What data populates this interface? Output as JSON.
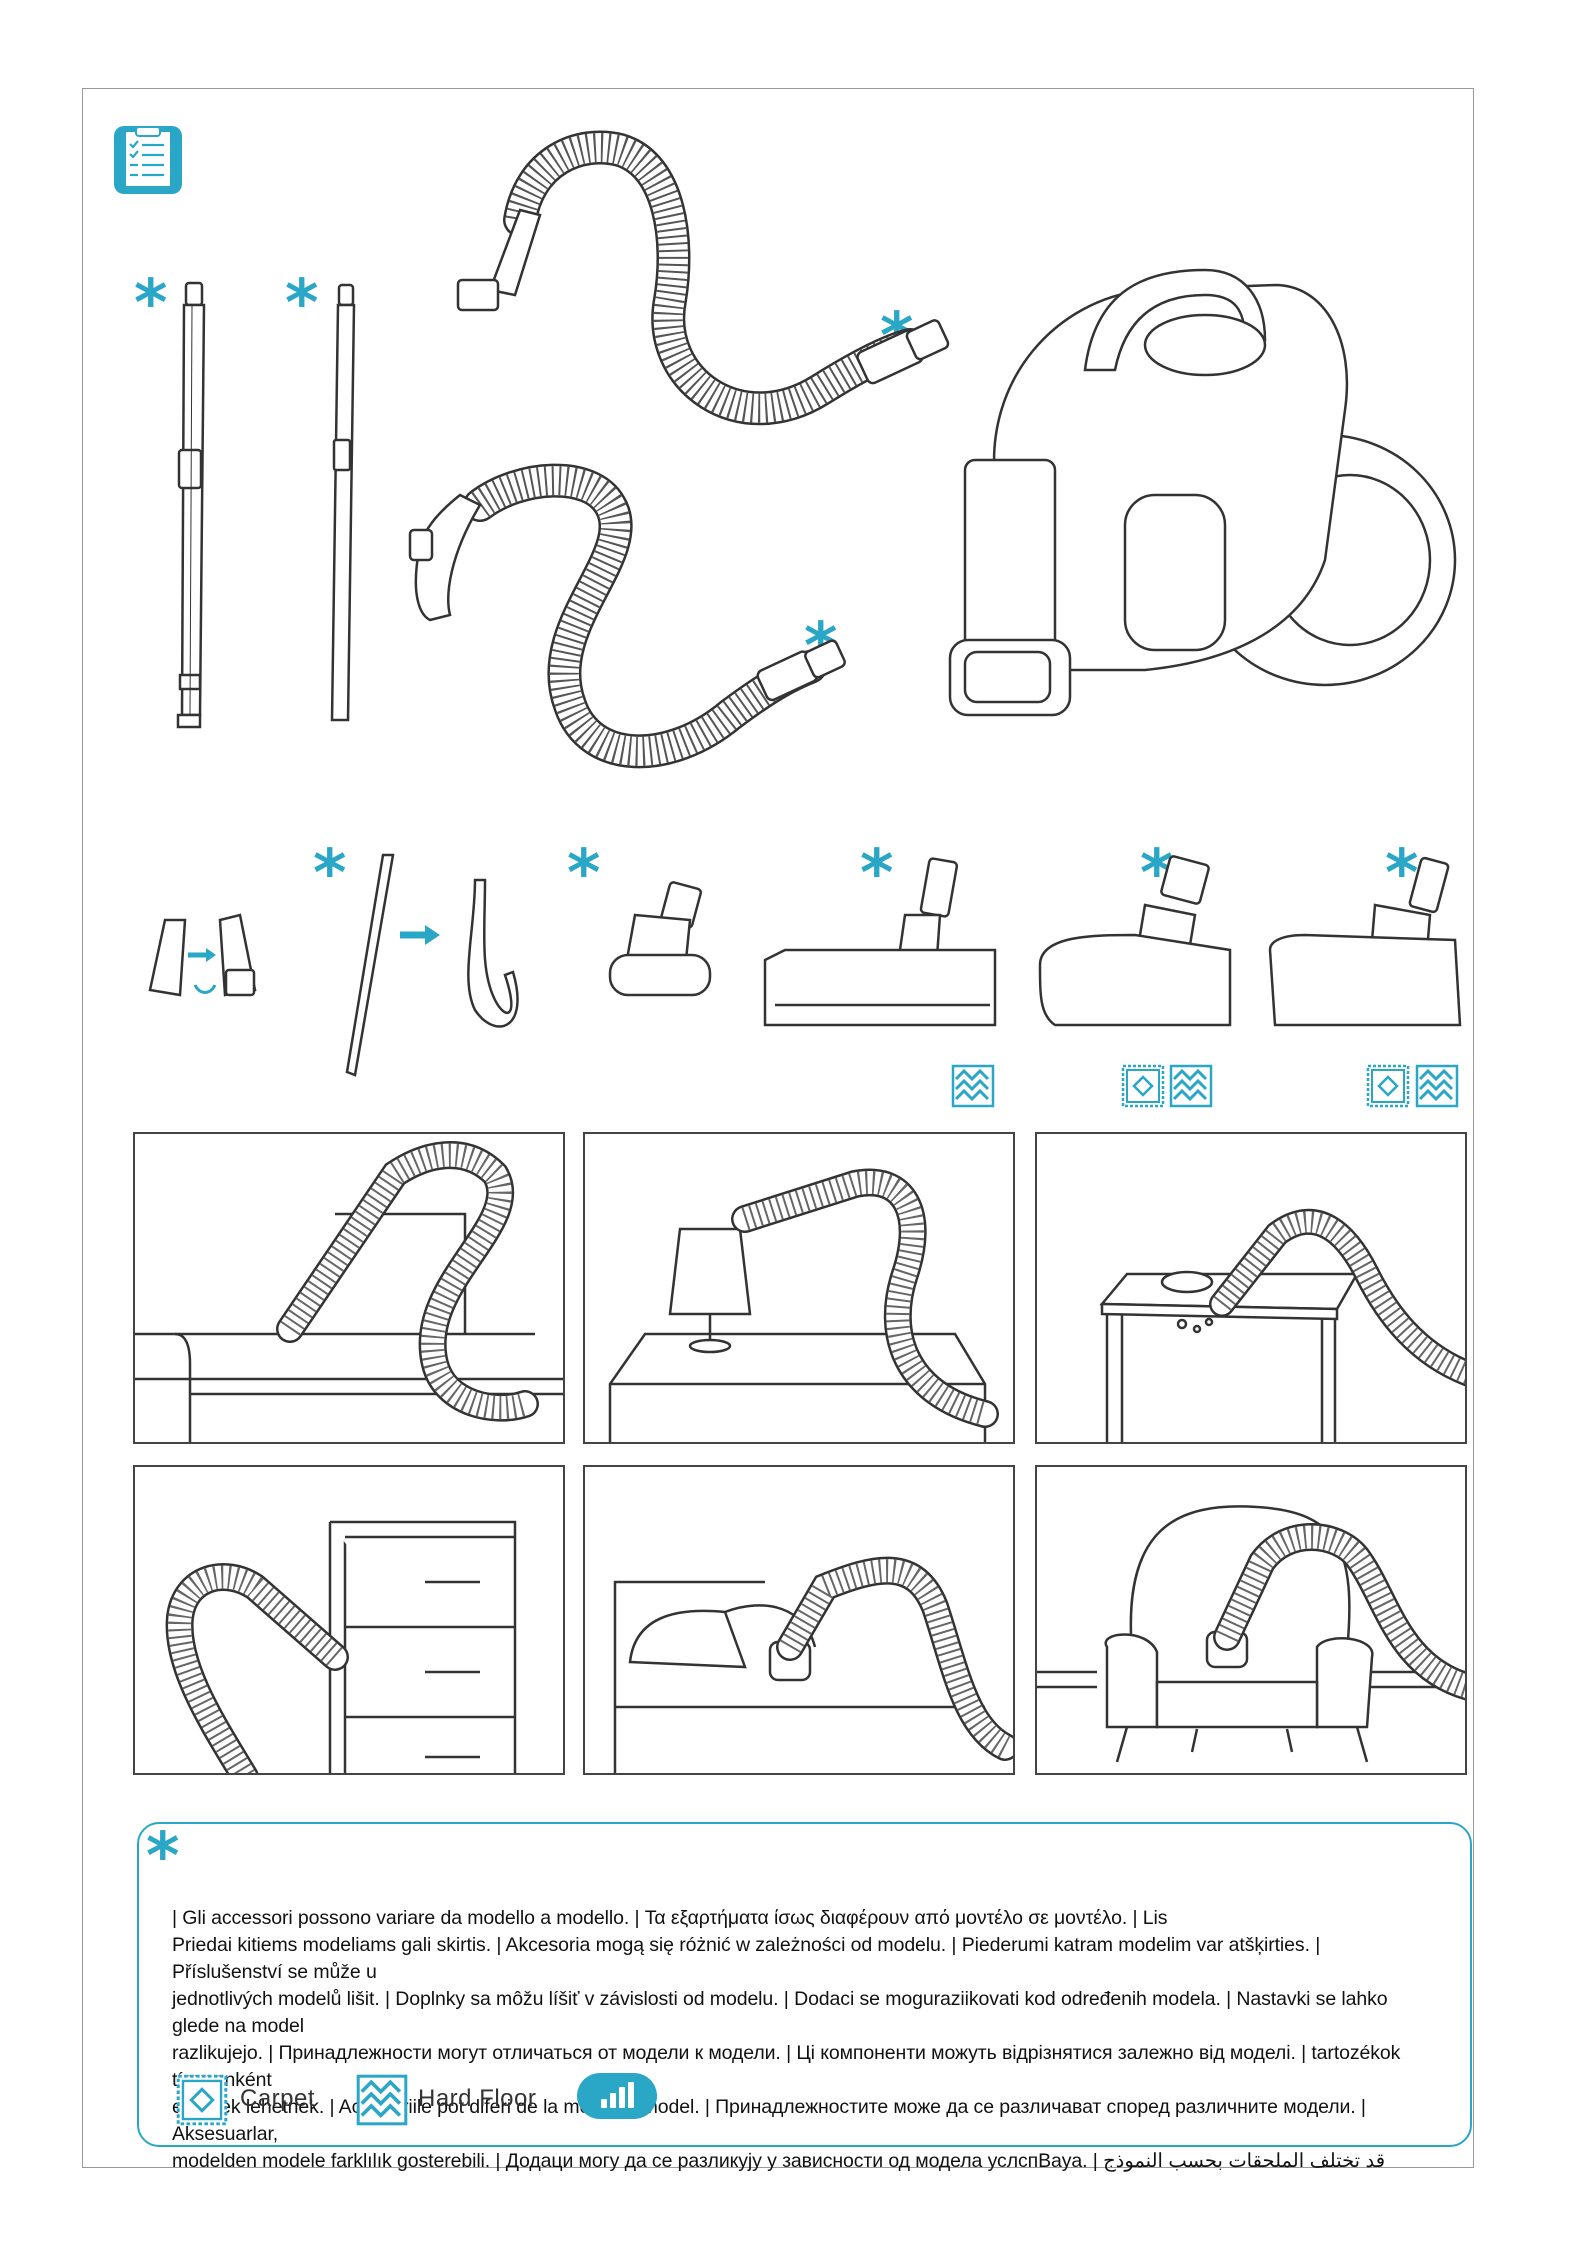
{
  "page": {
    "asterisk_symbol": "*"
  },
  "colors": {
    "accent": "#2aa6c6",
    "line": "#333333"
  },
  "icons": {
    "top_left": "checklist-icon",
    "carpet": "carpet-icon",
    "hard_floor": "hard-floor-icon",
    "power": "power-level-icon"
  },
  "notice": {
    "lines": [
      "| Gli accessori possono variare da modello a modello. | Τα εξαρτήματα ίσως διαφέρουν από μοντέλο σε μοντέλο. | Lis",
      "Priedai kitiems modeliams gali skirtis. | Akcesoria mogą się różnić w zależności od modelu. | Piederumi katram modelim var atšķirties. | Příslušenství se může u",
      "jednotlivých modelů lišit. | Doplnky sa môžu líšiť v závislosti od modelu. | Dodaci se moguraziikovati kod određenih modela. | Nastavki se lahko glede na model",
      "razlikujejo. | Принадлежности могут отличаться от модели к модели. | Ці компоненти можуть відрізнятися залежно від моделі. | tartozékok típusonként",
      "eltérőek lehetnek. | Accesoriile pot diferi de la model la model. | Принадлежностите може да се различават според различните модели. | Aksesuarlar,",
      "modelden modele farklılık gosterebili. | Додаци могу да се разликују у зависности од модела услспВaya. | قد تختلف الملحقات بحسب النموذج"
    ]
  },
  "legend": {
    "carpet_label": "Carpet",
    "hard_floor_label": "Hard Floor"
  }
}
